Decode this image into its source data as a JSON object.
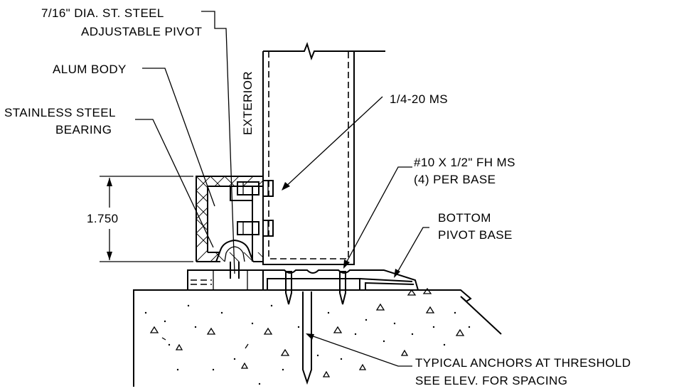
{
  "labels": {
    "pivot_line1": "7/16\" DIA. ST. STEEL",
    "pivot_line2": "ADJUSTABLE PIVOT",
    "alum_body": "ALUM BODY",
    "bearing_line1": "STAINLESS STEEL",
    "bearing_line2": "BEARING",
    "exterior": "EXTERIOR",
    "ms_screw": "1/4-20 MS",
    "fh_line1": "#10 X 1/2\" FH MS",
    "fh_line2": "(4) PER BASE",
    "base_line1": "BOTTOM",
    "base_line2": "PIVOT BASE",
    "dimension": "1.750",
    "anchors_line1": "TYPICAL ANCHORS AT THRESHOLD",
    "anchors_line2": "SEE ELEV. FOR SPACING"
  },
  "colors": {
    "ink": "#000000",
    "background": "#ffffff"
  }
}
